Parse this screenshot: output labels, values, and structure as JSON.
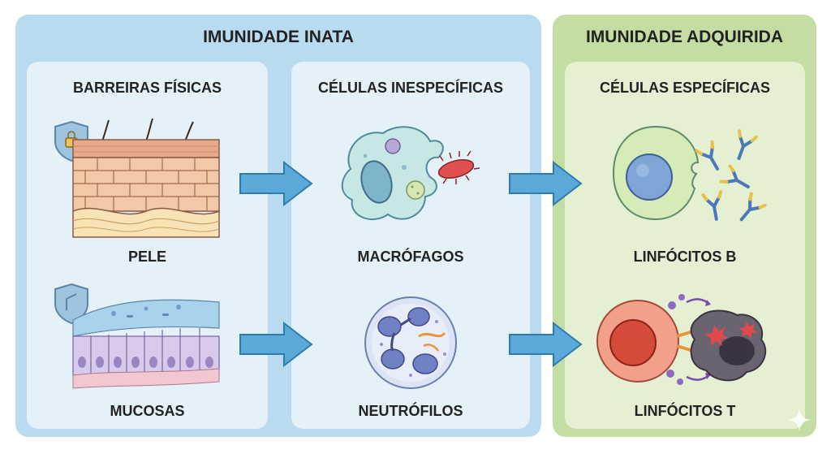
{
  "innate": {
    "title": "IMUNIDADE INATA",
    "physical": {
      "title": "BARREIRAS FÍSICAS",
      "skin_label": "PELE",
      "mucosa_label": "MUCOSAS"
    },
    "nonspecific": {
      "title": "CÉLULAS INESPECÍFICAS",
      "macro_label": "MACRÓFAGOS",
      "neutro_label": "NEUTRÓFILOS"
    }
  },
  "acquired": {
    "title": "IMUNIDADE ADQUIRIDA",
    "specific": {
      "title": "CÉLULAS ESPECÍFICAS",
      "b_label": "LINFÓCITOS B",
      "t_label": "LINFÓCITOS T"
    }
  },
  "colors": {
    "innate_bg": "#b9dbf0",
    "acquired_bg": "#c4dda2",
    "arrow": "#5aa9d9"
  }
}
